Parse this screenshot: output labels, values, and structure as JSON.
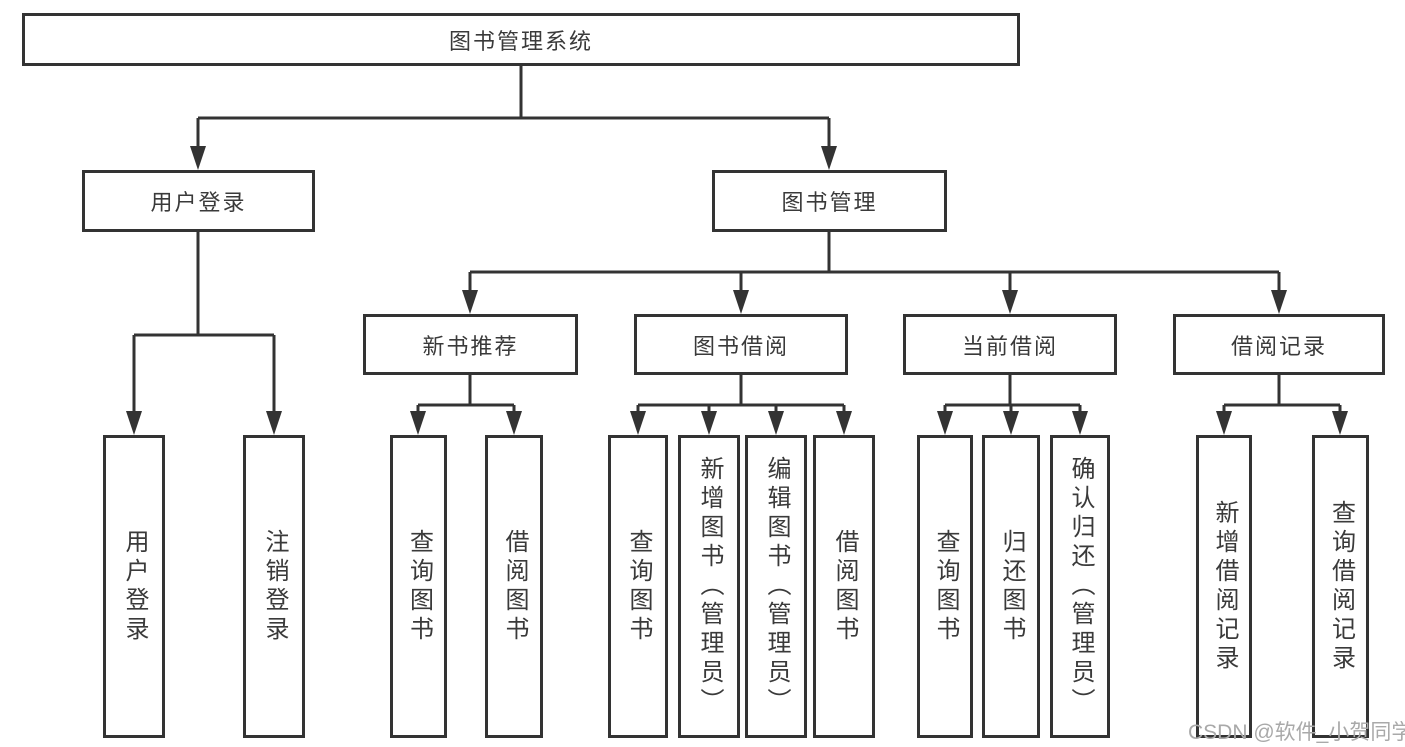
{
  "diagram": {
    "root": "图书管理系统",
    "level2": {
      "user_login": "用户登录",
      "book_mgmt": "图书管理"
    },
    "level3": {
      "new_book_rec": "新书推荐",
      "book_borrow": "图书借阅",
      "current_borrow": "当前借阅",
      "borrow_record": "借阅记录"
    },
    "leaves": {
      "ul": [
        "用户登录",
        "注销登录"
      ],
      "nb": [
        "查询图书",
        "借阅图书"
      ],
      "bb": [
        "查询图书",
        "新增图书（管理员）",
        "编辑图书（管理员）",
        "借阅图书"
      ],
      "cb": [
        "查询图书",
        "归还图书",
        "确认归还（管理员）"
      ],
      "br": [
        "新增借阅记录",
        "查询借阅记录"
      ]
    }
  },
  "watermark": "CSDN @软件_小贺同学",
  "colors": {
    "line": "#333333",
    "box_border": "#333333",
    "box_bg": "#ffffff",
    "text": "#3a3a3a",
    "watermark": "#a9a9a9"
  }
}
